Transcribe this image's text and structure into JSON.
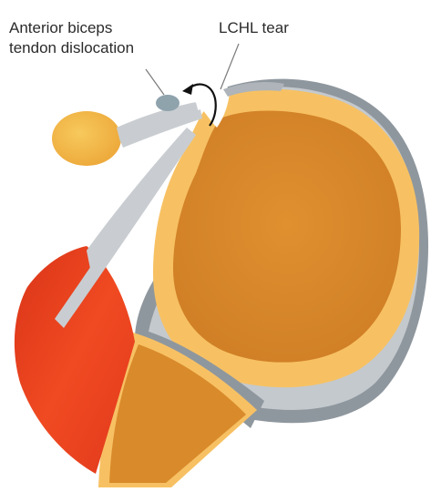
{
  "labels": {
    "biceps_line1": "Anterior biceps",
    "biceps_line2": "tendon dislocation",
    "lchl": "LCHL tear"
  },
  "colors": {
    "humeral_head_fill": "#e0902f",
    "cartilage": "#f7c163",
    "capsule": "#8f979e",
    "capsule_light": "#c4c9cd",
    "muscle": "#e63a1f",
    "tendon": "#c9cdd1",
    "biceps_tendon": "#8fa3ad",
    "ball": "#f2b84a",
    "leader_line": "#7a7a7a",
    "text": "#2b2b2b"
  }
}
